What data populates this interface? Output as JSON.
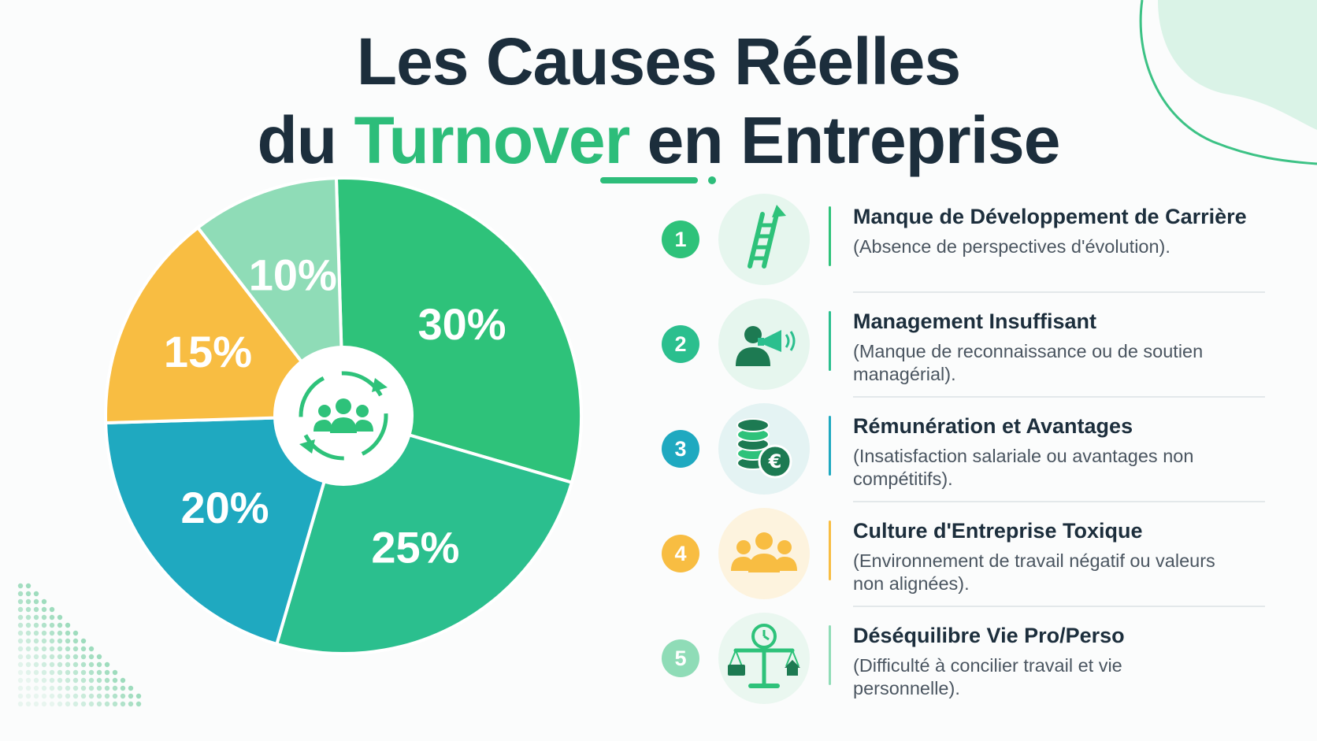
{
  "title": {
    "line1": "Les Causes Réelles",
    "line2_prefix": "du ",
    "line2_accent": "Turnover",
    "line2_suffix": " en Entreprise"
  },
  "colors": {
    "title": "#1c2e3c",
    "accent": "#2dbd7a",
    "green_dark": "#2ec27a",
    "green_teal": "#2bbf8e",
    "teal_blue": "#1fa9c0",
    "yellow": "#f8bd42",
    "green_light": "#8fdcb7"
  },
  "chart_data": {
    "type": "pie",
    "slices": [
      {
        "value": 30,
        "label": "30%",
        "color": "#2ec27a"
      },
      {
        "value": 25,
        "label": "25%",
        "color": "#2bbf8e"
      },
      {
        "value": 20,
        "label": "20%",
        "color": "#1fa9c0"
      },
      {
        "value": 15,
        "label": "15%",
        "color": "#f8bd42"
      },
      {
        "value": 10,
        "label": "10%",
        "color": "#8fdcb7"
      }
    ],
    "center_icon": "team-rotation-icon"
  },
  "causes": [
    {
      "number": "1",
      "title": "Manque de Développement de Carrière",
      "description": "(Absence de perspectives d'évolution).",
      "icon": "career-ladder-icon",
      "color": "#2ec27a"
    },
    {
      "number": "2",
      "title": "Management Insuffisant",
      "description": "(Manque de reconnaissance ou de soutien managérial).",
      "icon": "manager-megaphone-icon",
      "color": "#2bbf8e"
    },
    {
      "number": "3",
      "title": "Rémunération et Avantages",
      "description": "(Insatisfaction salariale ou avantages non compétitifs).",
      "icon": "money-coins-icon",
      "color": "#1fa9c0"
    },
    {
      "number": "4",
      "title": "Culture d'Entreprise Toxique",
      "description": "(Environnement de travail négatif ou valeurs non alignées).",
      "icon": "group-people-icon",
      "color": "#f8bd42"
    },
    {
      "number": "5",
      "title": "Déséquilibre Vie Pro/Perso",
      "description": "(Difficulté à concilier travail et vie personnelle).",
      "icon": "balance-scale-icon",
      "color": "#8fdcb7"
    }
  ]
}
